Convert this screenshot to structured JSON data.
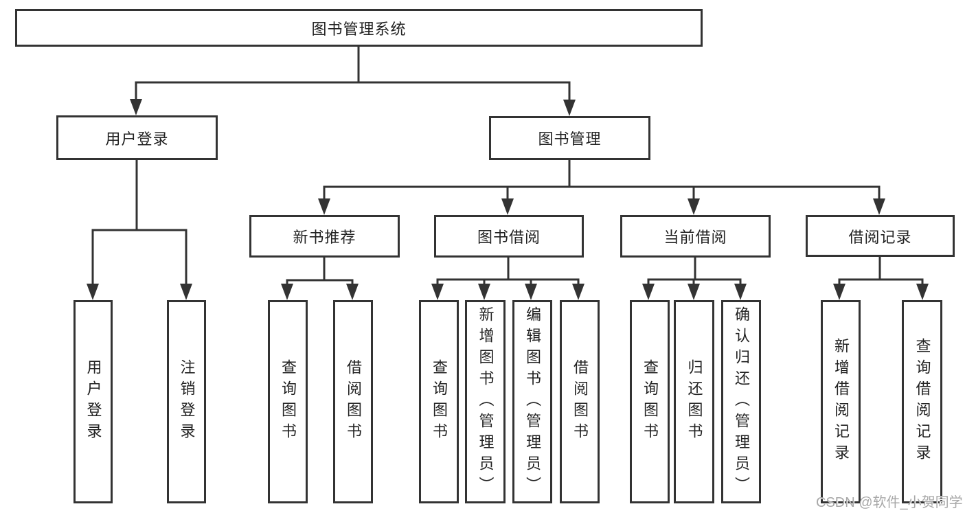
{
  "diagram_type": "hierarchy-tree",
  "colors": {
    "line": "#333333",
    "box_border": "#333333",
    "box_background": "#ffffff",
    "text": "#222222",
    "watermark_text": "#a8a8a8"
  },
  "nodes": {
    "root": {
      "label": "图书管理系统"
    },
    "level2": [
      {
        "id": "user-login",
        "label": "用户登录",
        "parent": "图书管理系统"
      },
      {
        "id": "book-management",
        "label": "图书管理",
        "parent": "图书管理系统"
      }
    ],
    "level3": [
      {
        "id": "new-book-recommend",
        "label": "新书推荐",
        "parent": "图书管理"
      },
      {
        "id": "book-borrowing",
        "label": "图书借阅",
        "parent": "图书管理"
      },
      {
        "id": "current-borrowing",
        "label": "当前借阅",
        "parent": "图书管理"
      },
      {
        "id": "borrowing-records",
        "label": "借阅记录",
        "parent": "图书管理"
      }
    ],
    "leaves": [
      {
        "label": "用户登录",
        "parent": "用户登录"
      },
      {
        "label": "注销登录",
        "parent": "用户登录"
      },
      {
        "label": "查询图书",
        "parent": "新书推荐"
      },
      {
        "label": "借阅图书",
        "parent": "新书推荐"
      },
      {
        "label": "查询图书",
        "parent": "图书借阅"
      },
      {
        "label": "新增图书（管理员）",
        "parent": "图书借阅"
      },
      {
        "label": "编辑图书（管理员）",
        "parent": "图书借阅"
      },
      {
        "label": "借阅图书",
        "parent": "图书借阅"
      },
      {
        "label": "查询图书",
        "parent": "当前借阅"
      },
      {
        "label": "归还图书",
        "parent": "当前借阅"
      },
      {
        "label": "确认归还（管理员）",
        "parent": "当前借阅"
      },
      {
        "label": "新增借阅记录",
        "parent": "借阅记录"
      },
      {
        "label": "查询借阅记录",
        "parent": "借阅记录"
      }
    ]
  },
  "watermark": "CSDN @软件_小贺同学"
}
